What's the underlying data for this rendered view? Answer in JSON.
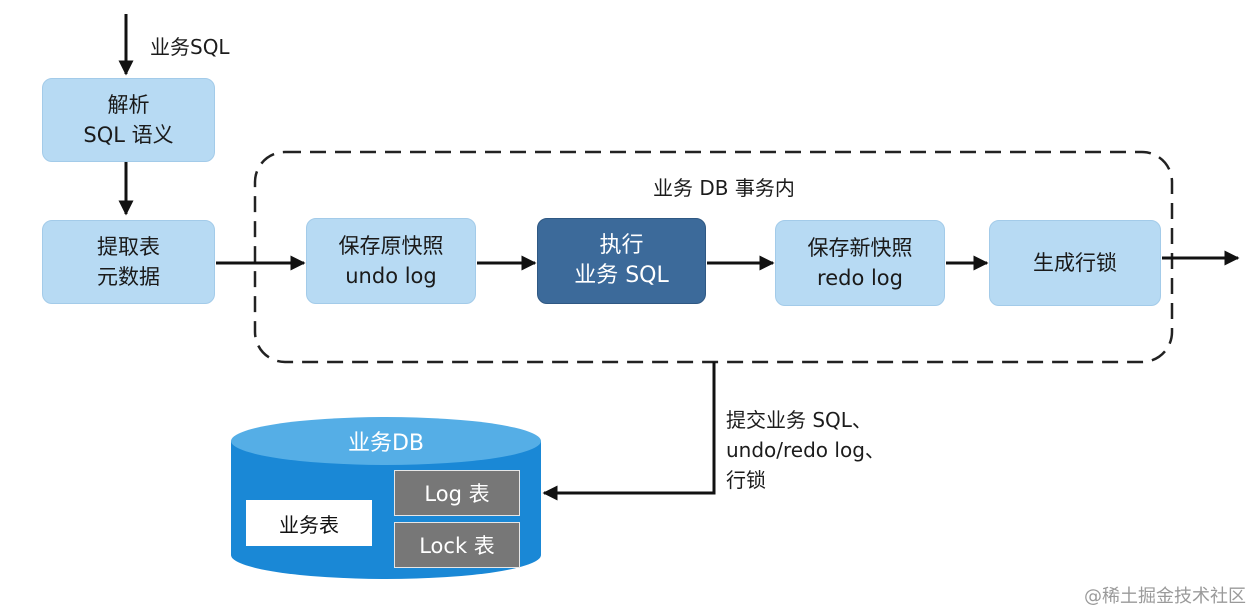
{
  "input_label": "业务SQL",
  "nodes": {
    "parse": [
      "解析",
      "SQL 语义"
    ],
    "extract": [
      "提取表",
      "元数据"
    ],
    "save_undo": [
      "保存原快照",
      "undo log"
    ],
    "execute": [
      "执行",
      "业务 SQL"
    ],
    "save_redo": [
      "保存新快照",
      "redo log"
    ],
    "row_lock": [
      "生成行锁"
    ]
  },
  "transaction_label": "业务 DB 事务内",
  "commit_label": [
    "提交业务 SQL、",
    "undo/redo log、",
    "行锁"
  ],
  "database": {
    "title": "业务DB",
    "tables": {
      "business": "业务表",
      "log": "Log 表",
      "lock": "Lock 表"
    }
  },
  "watermark": "@稀土掘金技术社区",
  "colors": {
    "node_fill": "#b7daf3",
    "node_active_fill": "#3c6a9a",
    "db_fill": "#1a88d6",
    "db_top": "#55aee6",
    "table_grey": "#777777"
  }
}
